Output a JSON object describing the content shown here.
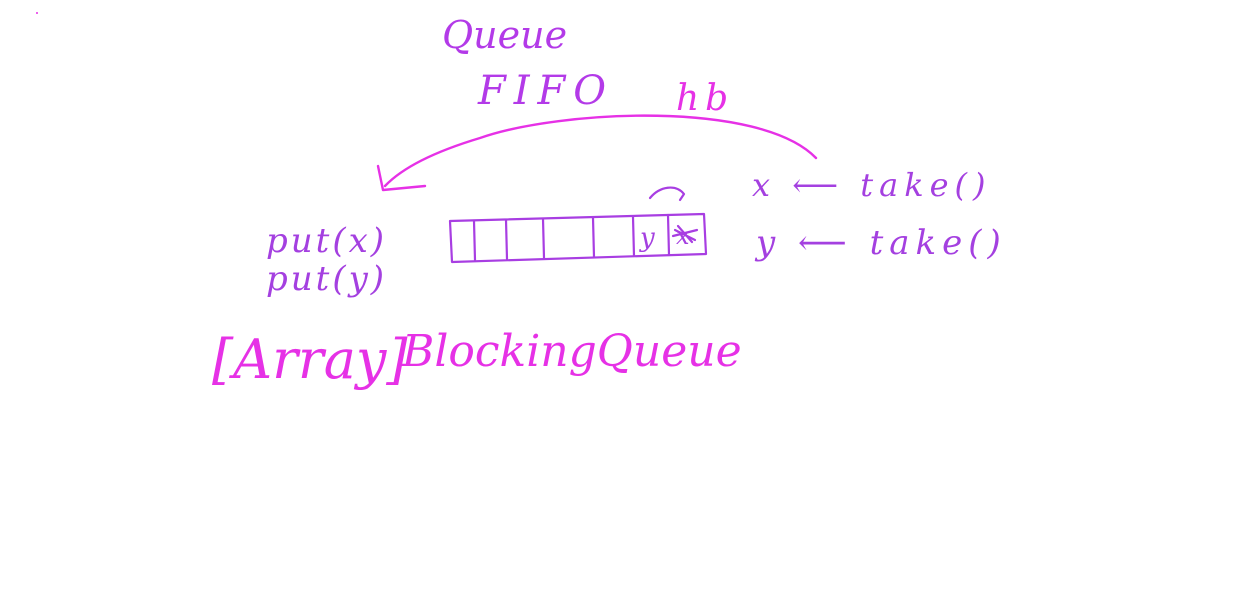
{
  "whiteboard": {
    "title": "Queue",
    "subtitle": "FIFO",
    "hb_label": "hb",
    "put_x": "put(x)",
    "put_y": "put(y)",
    "take_x": "x ⟵ take()",
    "take_y": "y ⟵ take()",
    "slot_y": "y",
    "slot_x": "x",
    "array_bracket": "[Array]",
    "blocking_queue": "BlockingQueue"
  },
  "colors": {
    "ink_magenta": "#e631e6",
    "ink_purple": "#a83ee2",
    "background": "#ffffff"
  }
}
